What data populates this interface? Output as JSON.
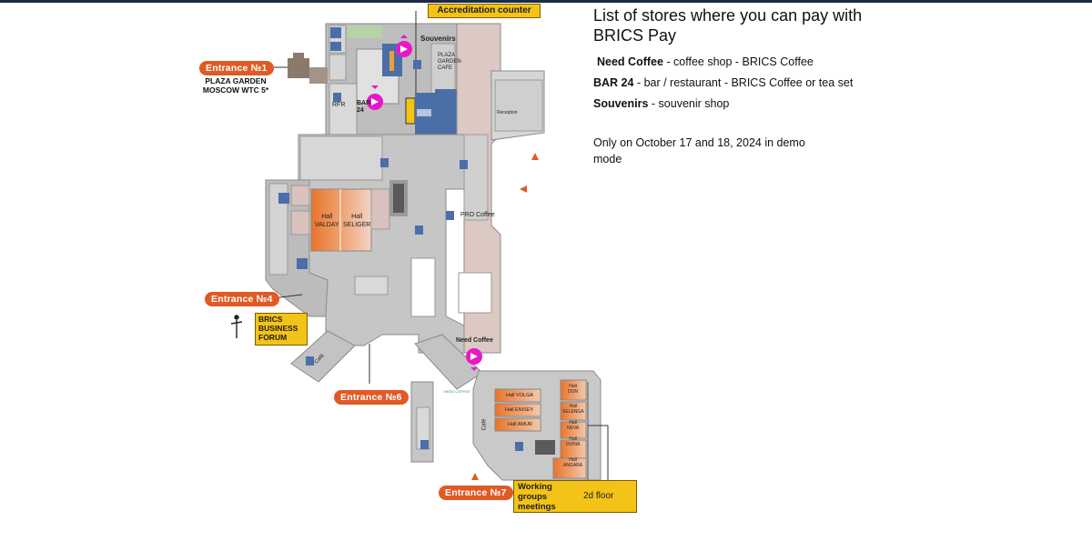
{
  "accreditation_label": "Accreditation counter",
  "entrances": {
    "e1": "Entrance №1",
    "e4": "Entrance №4",
    "e6": "Entrance №6",
    "e7": "Entrance №7"
  },
  "venue_label": [
    "PLAZA GARDEN",
    "MOSCOW WTC 5*"
  ],
  "forum_label": [
    "BRICS",
    "BUSINESS",
    "FORUM"
  ],
  "working_groups": {
    "label": [
      "Working",
      "groups",
      "meetings"
    ],
    "floor": "2d floor"
  },
  "map_labels": {
    "souvenirs": "Souvenirs",
    "plaza_cafe": [
      "PLAZA",
      "GARDEN",
      "CAFE"
    ],
    "rfr": "RFR",
    "bar24": [
      "BAR",
      "24"
    ],
    "pro_coffee": "PRO Coffee",
    "need_coffee": "Need Coffee",
    "need_coffee_logo": "NEED COFFEE",
    "reception": "Reception",
    "cafe": "Café"
  },
  "halls": {
    "valday": [
      "Hall",
      "VALDAY"
    ],
    "seliger": [
      "Hall",
      "SELIGER"
    ],
    "volga": "Hall VOLGA",
    "enisey": "Hall ENISEY",
    "amur": "Hall AMUR",
    "don": [
      "Hall",
      "DON"
    ],
    "selenga": [
      "Hall",
      "SELENGA"
    ],
    "neva": [
      "Hall",
      "NEVA"
    ],
    "dvina": [
      "Hall",
      "DVINA"
    ],
    "angara": [
      "Hall",
      "ANGARA"
    ]
  },
  "panel": {
    "title": "List of stores where you can pay with BRICS Pay",
    "stores": [
      {
        "name": "Need Coffee",
        "desc": " - coffee shop - BRICS Coffee"
      },
      {
        "name": "BAR 24",
        "desc": " - bar / restaurant - BRICS Coffee or tea set"
      },
      {
        "name": "Souvenirs",
        "desc": " - souvenir shop"
      }
    ],
    "note": "Only on October 17 and 18, 2024 in demo mode"
  },
  "colors": {
    "badge_orange": "#e05a25",
    "label_yellow": "#f3c318",
    "marker_magenta": "#e619c8",
    "hall_orange": "#e8742a",
    "floor_gray": "#bdbdbd",
    "room_pink": "#d8c2bd",
    "blue_zone": "#4a6fa8"
  }
}
